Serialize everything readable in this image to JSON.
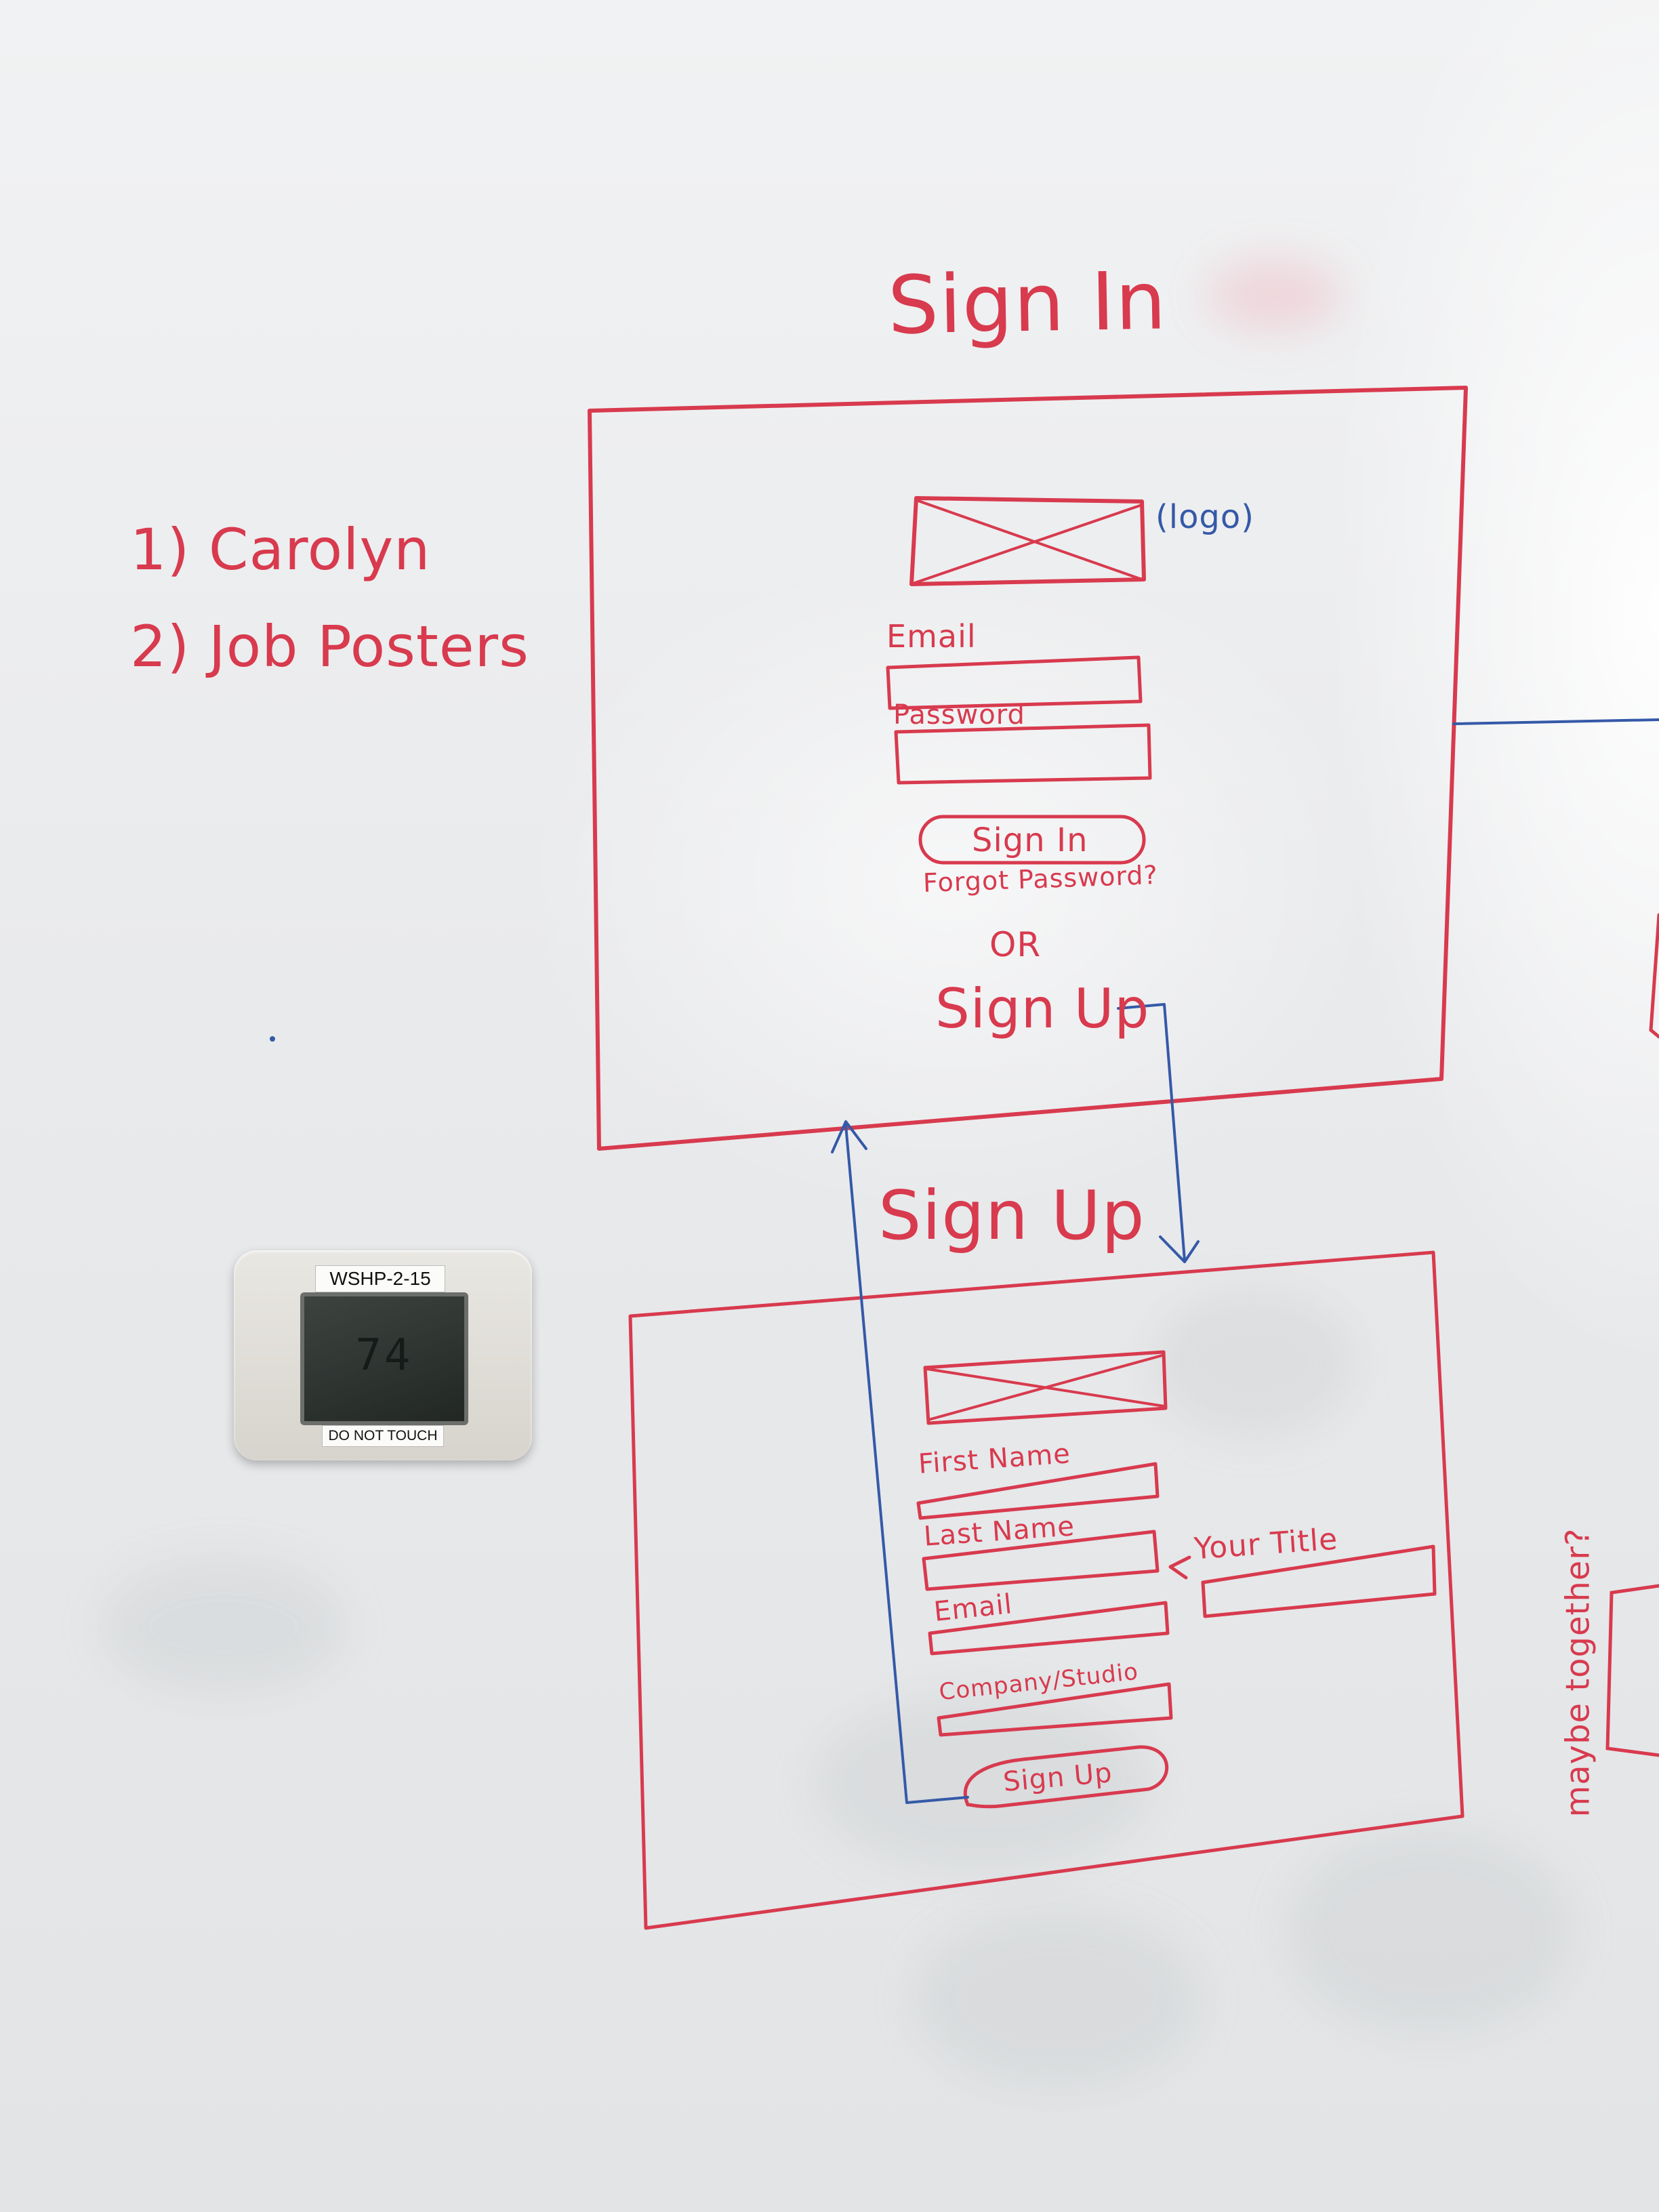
{
  "notes": {
    "item1": "1) Carolyn",
    "item2": "2) Job Posters"
  },
  "signin": {
    "title": "Sign In",
    "logo_note": "(logo)",
    "email_label": "Email",
    "password_label": "Password",
    "button": "Sign In",
    "forgot": "Forgot Password?",
    "or": "OR",
    "signup_link": "Sign Up"
  },
  "signup": {
    "title": "Sign Up",
    "first_name": "First Name",
    "last_name": "Last Name",
    "email": "Email",
    "company": "Company/Studio",
    "your_title": "Your Title",
    "button": "Sign Up"
  },
  "side_note": "maybe together?",
  "thermostat": {
    "tag": "WSHP-2-15",
    "temperature": "74",
    "warning": "DO NOT TOUCH"
  },
  "colors": {
    "red_marker": "#d83a4e",
    "blue_marker": "#3559a8"
  }
}
